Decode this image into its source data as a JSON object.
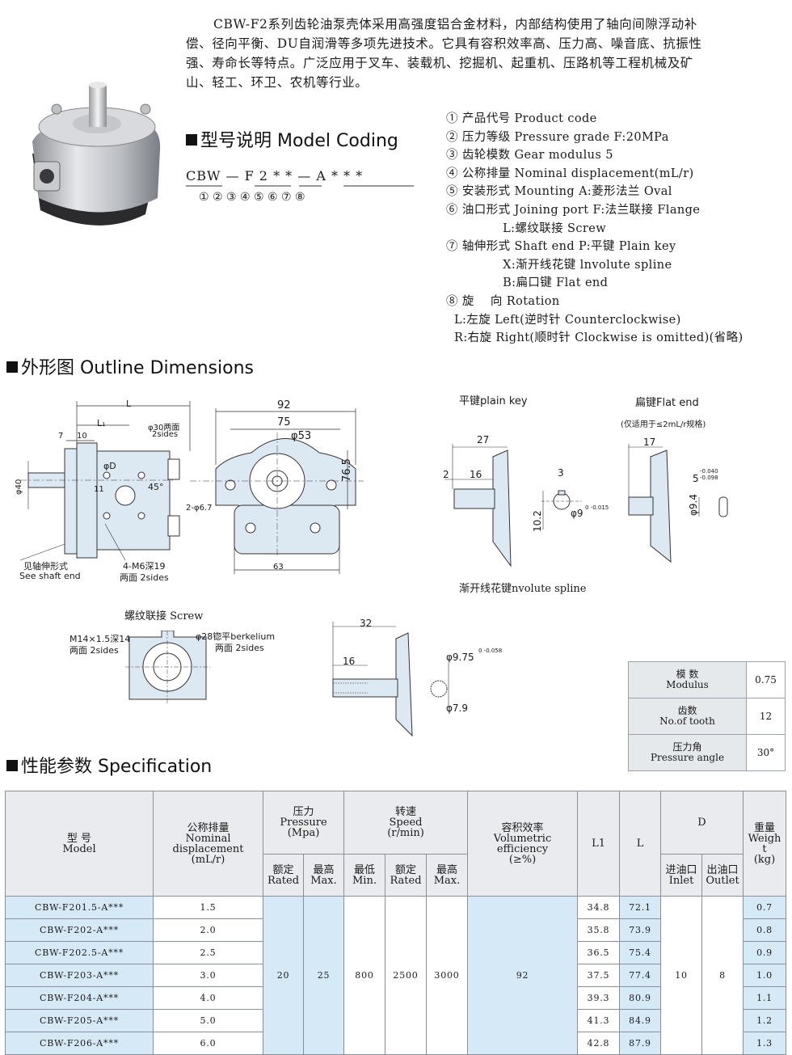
{
  "intro": {
    "line1": "CBW-F2系列齿轮油泵壳体采用高强度铝合金材料，内部结构使用了轴向间隙浮动补",
    "line2": "偿、径向平衡、DU自润滑等多项先进技术。它具有容积效率高、压力高、噪音底、抗振性",
    "line3": "强、寿命长等特点。广泛应用于叉车、装载机、挖掘机、起重机、压路机等工程机械及矿",
    "line4": "山、轻工、环卫、农机等行业。"
  },
  "model_coding": {
    "title": "型号说明 Model Coding",
    "code": "CBW — F 2  * * — A  * * *",
    "numbers": "①        ② ③   ④     ⑤ ⑥ ⑦ ⑧",
    "legend": [
      "① 产品代号 Product code",
      "② 压力等级 Pressure grade F:20MPa",
      "③ 齿轮模数 Gear modulus 5",
      "④ 公称排量 Nominal displacement(mL/r)",
      "⑤ 安装形式 Mounting A:菱形法兰 Oval",
      "⑥ 油口形式 Joining port F:法兰联接 Flange",
      "              L:螺纹联接 Screw",
      "⑦ 轴伸形式 Shaft end P:平键 Plain key",
      "              X:渐开线花键 lnvolute spline",
      "              B:扁口键 Flat end",
      "⑧ 旋    向 Rotation",
      "  L:左旋 Left(逆时针 Counterclockwise)",
      "  R:右旋 Right(顺时针 Clockwise is omitted)(省略)"
    ]
  },
  "outline": {
    "title": "外形图 Outline Dimensions",
    "side_labels": {
      "L": "L",
      "L1": "L₁",
      "d7": "7",
      "d10": "10",
      "phi30": "φ30两面",
      "sides1": "2sides",
      "phiD": "φD",
      "d11": "11",
      "deg45": "45°",
      "phi40": "φ40",
      "see_cn": "见轴伸形式",
      "see_en": "See shaft end",
      "m6": "4-M6深19",
      "m6_en": "两面 2sides"
    },
    "front_labels": {
      "d92": "92",
      "d75": "75",
      "phi53": "φ53",
      "d765": "76.5",
      "holes": "2-φ6.7",
      "d63": "63"
    },
    "plain_key": {
      "title": "平键plain key",
      "d27": "27",
      "d2": "2",
      "d16": "16",
      "d3": "3",
      "d102": "10.2",
      "phi9": "φ9",
      "tol": "0 -0.015"
    },
    "flat_end": {
      "title": "扁键Flat end",
      "note": "(仅适用于≤2mL/r规格)",
      "d17": "17",
      "d5": "5",
      "tol": "-0.040 -0.098",
      "phi94": "φ9.4"
    },
    "spline_caption": "渐开线花键nvolute spline",
    "screw": {
      "title": "螺纹联接 Screw",
      "m14": "M14×1.5深14",
      "m14_en": "两面 2sides",
      "phi28": "φ28锪平berkelium",
      "phi28_en": "两面 2sides"
    },
    "spline": {
      "d32": "32",
      "d16": "16",
      "phi975": "φ9.75",
      "tol": "0 -0.058",
      "phi79": "φ7.9"
    }
  },
  "spline_params": [
    {
      "cn": "模 数",
      "en": "Modulus",
      "value": "0.75"
    },
    {
      "cn": "齿数",
      "en": "No.of tooth",
      "value": "12"
    },
    {
      "cn": "压力角",
      "en": "Pressure angle",
      "value": "30°"
    }
  ],
  "spec": {
    "title": "性能参数 Specification",
    "headers": {
      "model_cn": "型 号",
      "model_en": "Model",
      "disp_cn": "公称排量",
      "disp_en1": "Nominal",
      "disp_en2": "displacement",
      "disp_unit": "(mL/r)",
      "press_cn": "压力",
      "press_en": "Pressure",
      "press_unit": "(Mpa)",
      "speed_cn": "转速",
      "speed_en": "Speed",
      "speed_unit": "(r/min)",
      "eff_cn": "容积效率",
      "eff_en1": "Volumetric",
      "eff_en2": "efficiency",
      "eff_unit": "(≥%)",
      "l1": "L1",
      "l": "L",
      "d": "D",
      "weight_cn": "重量",
      "weight_en1": "Weigh",
      "weight_en2": "t",
      "weight_unit": "(kg)",
      "rated_cn": "额定",
      "rated_en": "Rated",
      "max_cn": "最高",
      "max_en": "Max.",
      "min_cn": "最低",
      "min_en": "Min.",
      "srated_cn": "额定",
      "srated_en": "Rated",
      "smax_cn": "最高",
      "smax_en": "Max.",
      "inlet_cn": "进油口",
      "inlet_en": "Inlet",
      "outlet_cn": "出油口",
      "outlet_en": "Outlet"
    },
    "shared": {
      "press_rated": "20",
      "press_max": "25",
      "speed_min": "800",
      "speed_rated": "2500",
      "speed_max": "3000",
      "efficiency": "92",
      "inlet": "10",
      "outlet": "8"
    },
    "rows": [
      {
        "model": "CBW-F201.5-A***",
        "disp": "1.5",
        "l1": "34.8",
        "l": "72.1",
        "weight": "0.7"
      },
      {
        "model": "CBW-F202-A***",
        "disp": "2.0",
        "l1": "35.8",
        "l": "73.9",
        "weight": "0.8"
      },
      {
        "model": "CBW-F202.5-A***",
        "disp": "2.5",
        "l1": "36.5",
        "l": "75.4",
        "weight": "0.9"
      },
      {
        "model": "CBW-F203-A***",
        "disp": "3.0",
        "l1": "37.5",
        "l": "77.4",
        "weight": "1.0"
      },
      {
        "model": "CBW-F204-A***",
        "disp": "4.0",
        "l1": "39.3",
        "l": "80.9",
        "weight": "1.1"
      },
      {
        "model": "CBW-F205-A***",
        "disp": "5.0",
        "l1": "41.3",
        "l": "84.9",
        "weight": "1.2"
      },
      {
        "model": "CBW-F206-A***",
        "disp": "6.0",
        "l1": "42.8",
        "l": "87.9",
        "weight": "1.3"
      }
    ]
  },
  "colors": {
    "drawing_fill": "#dce8f2",
    "table_highlight": "#d6e9f7",
    "header_bg": "#e9ebee"
  }
}
